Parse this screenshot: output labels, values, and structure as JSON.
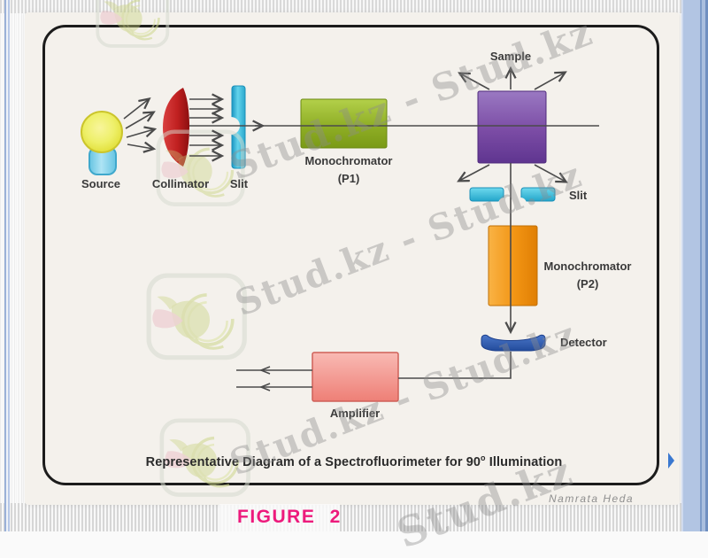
{
  "figure": {
    "caption_pre": "Representative Diagram of a Spectrofluorimeter for 90",
    "caption_sup": "o",
    "caption_post": " Illumination",
    "figure_label": "FIGURE 2",
    "credit": "Namrata Heda"
  },
  "components": {
    "source": "Source",
    "collimator": "Collimator",
    "entrance_slit": "Slit",
    "monochromator1_line1": "Monochromator",
    "monochromator1_line2": "(P1)",
    "sample": "Sample",
    "emission_slit": "Slit",
    "monochromator2_line1": "Monochromator",
    "monochromator2_line2": "(P2)",
    "detector": "Detector",
    "amplifier": "Amplifier"
  },
  "watermarks": {
    "diagonal_text": "Stud.kz - Stud.kz",
    "single_text": "Stud.kz"
  },
  "colors": {
    "source_yellow": "#eaе53a",
    "base_cyan": "#7fd0ec",
    "collimator_red": "#c32222",
    "slit_cyan": "#3ec1e0",
    "monochromator1_green": "#8fae26",
    "sample_purple": "#7b4ca5",
    "monochromator2_orange": "#f49a18",
    "detector_blue": "#2d5cb0",
    "amplifier_pink": "#f2948e",
    "figure_label_pink": "#ed1a7c",
    "beam_line": "#4b4b4b",
    "panel_beige": "#f4f1ec"
  }
}
